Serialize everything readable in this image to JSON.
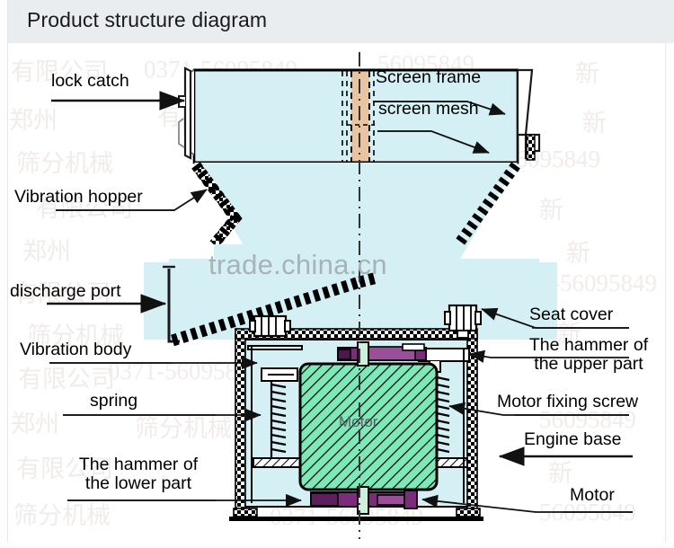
{
  "header": {
    "title": "Product structure diagram",
    "background": "#e9edef"
  },
  "watermark": {
    "main": "trade.china.cn",
    "main_color": "#a9b3b6",
    "tiles": [
      "0371-56095849",
      "新",
      "有限公司",
      "筛分机械",
      "郑州",
      "56095849"
    ],
    "tile_color": "#f1ece9"
  },
  "diagram": {
    "type": "product-structure-diagram",
    "subject": "rotary vibrating screen separator",
    "colors": {
      "body_fill": "#d4f0f5",
      "screen_mesh_fill": "#e8c4a0",
      "motor_fill": "#7fe8b8",
      "hammer_fill": "#7b2d7b",
      "hammer_fill_light": "#9b4f9b",
      "outline": "#000000",
      "leader_line": "#1a1a1a"
    },
    "center_line": "dash-dot vertical axis",
    "motor_label": "Motor"
  },
  "labels": [
    {
      "id": "lock-catch",
      "text": "lock catch",
      "lines": [
        "lock catch"
      ]
    },
    {
      "id": "screen-frame",
      "text": "Screen frame",
      "lines": [
        "Screen frame"
      ]
    },
    {
      "id": "screen-mesh",
      "text": "screen mesh",
      "lines": [
        "screen mesh"
      ]
    },
    {
      "id": "vibration-hopper",
      "text": "Vibration hopper",
      "lines": [
        "Vibration hopper"
      ]
    },
    {
      "id": "discharge-port",
      "text": "discharge port",
      "lines": [
        "discharge port"
      ]
    },
    {
      "id": "vibration-body",
      "text": "Vibration body",
      "lines": [
        "Vibration body"
      ]
    },
    {
      "id": "spring",
      "text": "spring",
      "lines": [
        "spring"
      ]
    },
    {
      "id": "hammer-lower",
      "text": "The hammer of the lower part",
      "lines": [
        "The hammer of",
        "the lower part"
      ]
    },
    {
      "id": "seat-cover",
      "text": "Seat cover",
      "lines": [
        "Seat cover"
      ]
    },
    {
      "id": "hammer-upper",
      "text": "The hammer of the upper part",
      "lines": [
        "The hammer of",
        "the upper part"
      ]
    },
    {
      "id": "motor-fixing-screw",
      "text": "Motor fixing screw",
      "lines": [
        "Motor fixing screw"
      ]
    },
    {
      "id": "engine-base",
      "text": "Engine base",
      "lines": [
        "Engine base"
      ]
    },
    {
      "id": "motor-callout",
      "text": "Motor",
      "lines": [
        "Motor"
      ]
    }
  ]
}
